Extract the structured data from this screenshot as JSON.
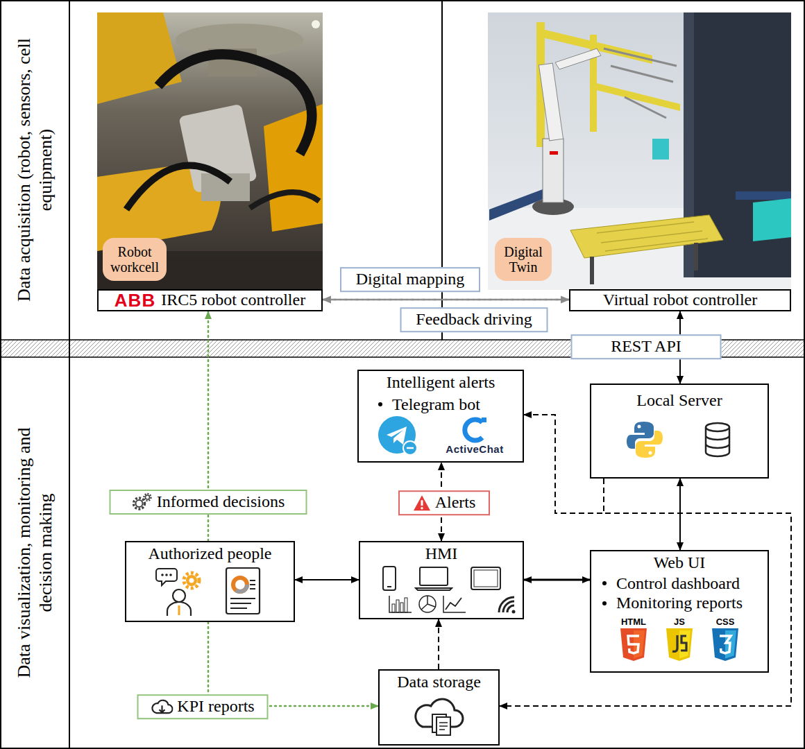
{
  "diagram": {
    "nodes": [
      {
        "text": [
          "Data acquisition (robot, sensors, cell equipment)"
        ]
      },
      {
        "text": [
          "Robot workcell"
        ],
        "in": 0
      },
      {
        "text": [
          "Digital Twin"
        ],
        "in": 0
      },
      {
        "text": [
          "ABB",
          "IRC5 robot controller"
        ],
        "in": 0
      },
      {
        "text": [
          "Virtual robot controller"
        ],
        "in": 0
      },
      {
        "text": [
          "Data visualization, monitoring and decision making"
        ]
      },
      {
        "text": [
          "Intelligent alerts",
          "Telegram bot",
          "ActiveChat"
        ],
        "in": 5
      },
      {
        "text": [
          "Local Server"
        ],
        "in": 5
      },
      {
        "text": [
          "Authorized people"
        ],
        "in": 5
      },
      {
        "text": [
          "HMI"
        ],
        "in": 5
      },
      {
        "text": [
          "Web UI",
          "Control dashboard",
          "Monitoring reports",
          "HTML",
          "JS",
          "CSS"
        ],
        "in": 5
      },
      {
        "text": [
          "Data storage"
        ],
        "in": 5
      }
    ],
    "edges": [
      {
        "from": 3,
        "to": 4,
        "label": "Digital mapping",
        "arrow": "to"
      },
      {
        "from": 4,
        "to": 3,
        "label": "Feedback driving",
        "arrow": "to"
      },
      {
        "from": 4,
        "to": 7,
        "label": "REST API",
        "arrow": "both"
      },
      {
        "from": 7,
        "to": 10,
        "arrow": "both"
      },
      {
        "from": 7,
        "to": 6,
        "arrow": "to"
      },
      {
        "from": 7,
        "to": 11,
        "arrow": "to"
      },
      {
        "from": 9,
        "to": 6,
        "label": "Alerts",
        "arrow": "both"
      },
      {
        "from": 8,
        "to": 9,
        "arrow": "both"
      },
      {
        "from": 9,
        "to": 10,
        "arrow": "both"
      },
      {
        "from": 11,
        "to": 9,
        "arrow": "to"
      },
      {
        "from": 8,
        "to": 3,
        "label": "Informed decisions",
        "arrow": "to"
      },
      {
        "from": 8,
        "to": 11,
        "label": "KPI reports",
        "arrow": "to"
      }
    ]
  }
}
